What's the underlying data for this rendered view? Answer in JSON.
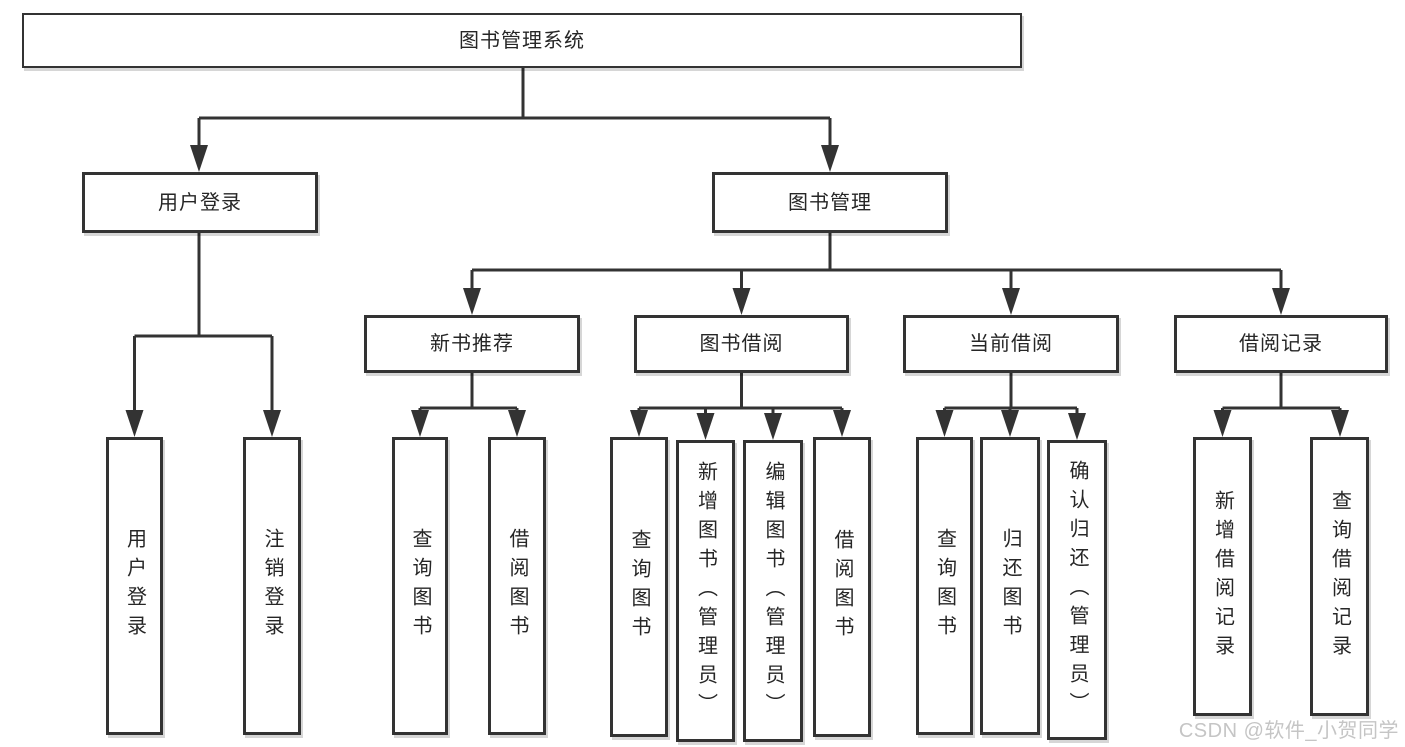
{
  "colors": {
    "background": "#ffffff",
    "line": "#333333",
    "border": "#333333",
    "text": "#262626",
    "watermark": "#c5c5c5"
  },
  "diagram": {
    "title": "图书管理系统",
    "level1": [
      {
        "label": "用户登录"
      },
      {
        "label": "图书管理"
      }
    ],
    "level2": [
      {
        "label": "新书推荐"
      },
      {
        "label": "图书借阅"
      },
      {
        "label": "当前借阅"
      },
      {
        "label": "借阅记录"
      }
    ],
    "leaves": [
      {
        "label": "用户登录"
      },
      {
        "label": "注销登录"
      },
      {
        "label": "查询图书"
      },
      {
        "label": "借阅图书"
      },
      {
        "label": "查询图书"
      },
      {
        "label": "新增图书（管理员）"
      },
      {
        "label": "编辑图书（管理员）"
      },
      {
        "label": "借阅图书"
      },
      {
        "label": "查询图书"
      },
      {
        "label": "归还图书"
      },
      {
        "label": "确认归还（管理员）"
      },
      {
        "label": "新增借阅记录"
      },
      {
        "label": "查询借阅记录"
      }
    ]
  },
  "watermark": {
    "text": "CSDN @软件_小贺同学"
  }
}
